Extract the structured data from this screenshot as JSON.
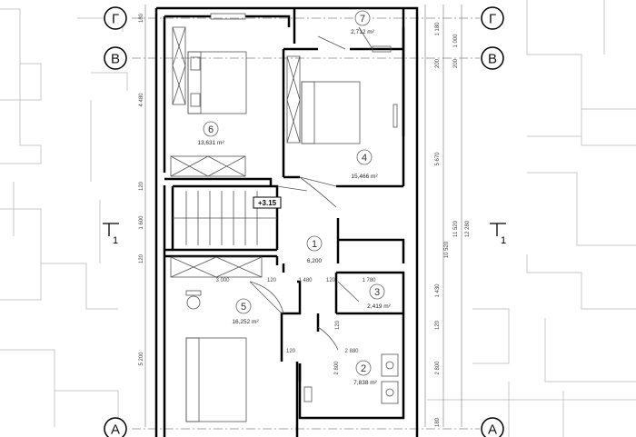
{
  "axes": {
    "top_left": "Г",
    "top_right": "Г",
    "second_left": "В",
    "second_right": "В",
    "bottom_left": "А",
    "bottom_right": "А"
  },
  "section_marks": {
    "left": "1",
    "right": "1"
  },
  "elevation": "+3.15",
  "rooms": [
    {
      "number": "1",
      "area": "6,200"
    },
    {
      "number": "2",
      "area": "7,838 m²"
    },
    {
      "number": "3",
      "area": "2,419 m²"
    },
    {
      "number": "4",
      "area": "15,466 m²"
    },
    {
      "number": "5",
      "area": "16,252 m²"
    },
    {
      "number": "6",
      "area": "13,631 m²"
    },
    {
      "number": "7",
      "area": "2,712 m²"
    }
  ],
  "dimensions": {
    "d1180": "1 180",
    "d1000": "1 000",
    "d200a": "200",
    "d200b": "200",
    "d4480": "4 480",
    "d120a": "120",
    "d1600": "1 600",
    "d120b": "120",
    "d5200": "5 200",
    "d120c": "120",
    "d5670": "5 670",
    "d11520": "11 520",
    "d10520": "10 520",
    "d12280": "12 280",
    "d1430": "1 430",
    "d120d": "120",
    "d2800r": "2 800",
    "d180a": "180",
    "d180b": "180",
    "d3000": "3 000",
    "d120e": "120",
    "d1480": "1 480",
    "d120f": "120",
    "d1780": "1 780",
    "d2880": "2 880",
    "d2800i": "2 800",
    "d120g": "120"
  }
}
